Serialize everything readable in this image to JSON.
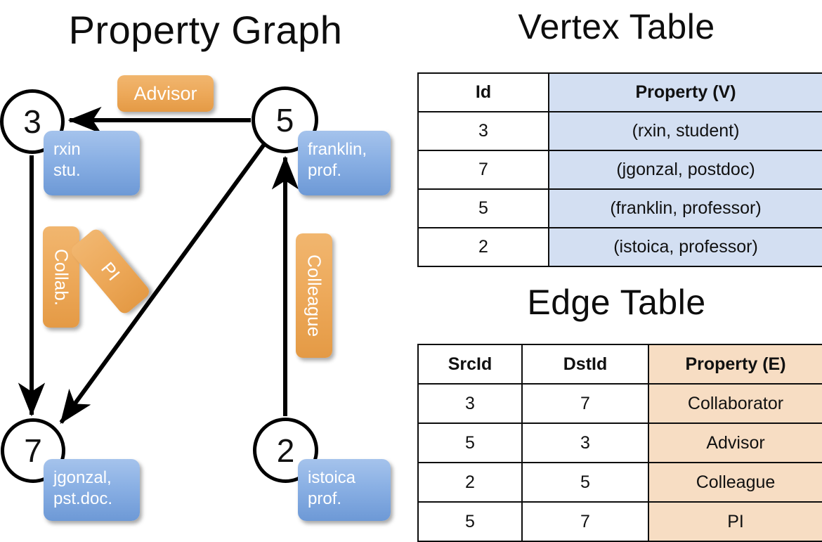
{
  "panels": {
    "graph_title": "Property Graph",
    "vertex_table_title": "Vertex Table",
    "edge_table_title": "Edge Table"
  },
  "graph": {
    "vertices": [
      {
        "id": "3",
        "property_lines": "rxin\nstu."
      },
      {
        "id": "5",
        "property_lines": "franklin,\nprof."
      },
      {
        "id": "7",
        "property_lines": "jgonzal,\npst.doc."
      },
      {
        "id": "2",
        "property_lines": "istoica\nprof."
      }
    ],
    "edge_labels": [
      {
        "key": "advisor",
        "text": "Advisor"
      },
      {
        "key": "collab",
        "text": "Collab."
      },
      {
        "key": "pi",
        "text": "PI"
      },
      {
        "key": "colleague",
        "text": "Colleague"
      }
    ]
  },
  "vertex_table": {
    "headers": [
      "Id",
      "Property (V)"
    ],
    "rows": [
      {
        "id": "3",
        "property": "(rxin, student)"
      },
      {
        "id": "7",
        "property": "(jgonzal, postdoc)"
      },
      {
        "id": "5",
        "property": "(franklin, professor)"
      },
      {
        "id": "2",
        "property": "(istoica, professor)"
      }
    ]
  },
  "edge_table": {
    "headers": [
      "SrcId",
      "DstId",
      "Property (E)"
    ],
    "rows": [
      {
        "src": "3",
        "dst": "7",
        "property": "Collaborator"
      },
      {
        "src": "5",
        "dst": "3",
        "property": "Advisor"
      },
      {
        "src": "2",
        "dst": "5",
        "property": "Colleague"
      },
      {
        "src": "5",
        "dst": "7",
        "property": "PI"
      }
    ]
  },
  "colors": {
    "vertex_property_fill": "#d3dff2",
    "edge_property_fill": "#f7ddc3",
    "node_box_blue": "#8ab0e4",
    "edge_box_orange": "#eda95a",
    "stroke": "#0d0d0d"
  }
}
